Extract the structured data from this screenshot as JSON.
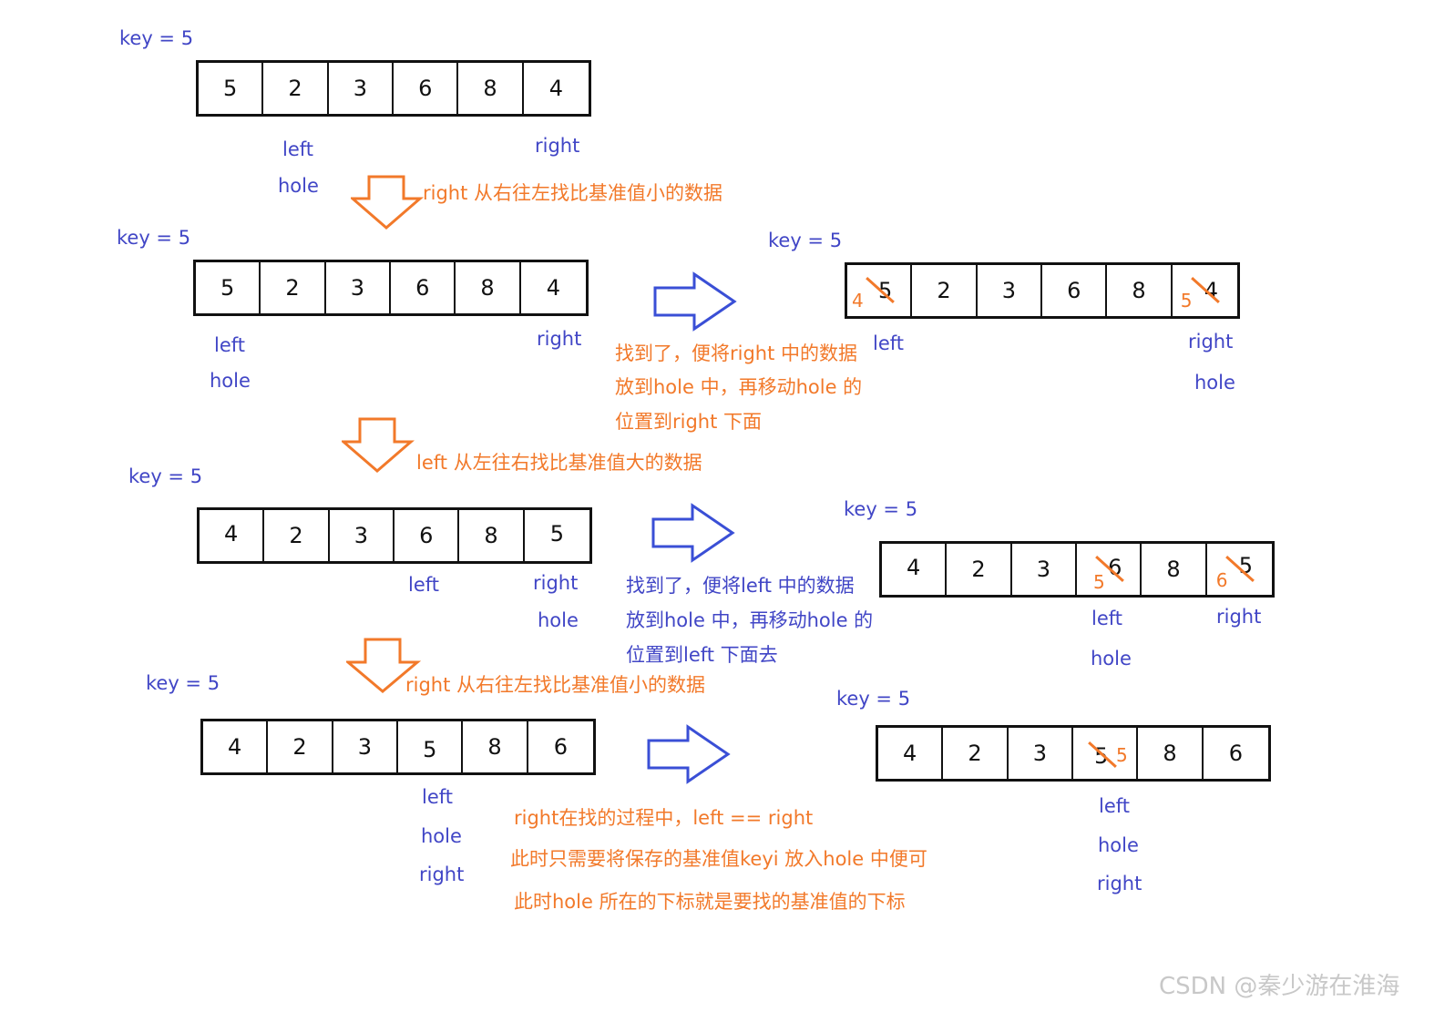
{
  "colors": {
    "blue": "#4146c6",
    "orange": "#f2792a",
    "outline": "#3a4fd6",
    "border": "#111111"
  },
  "steps": [
    {
      "key": "key = 5",
      "cells": [
        "5",
        "2",
        "3",
        "6",
        "8",
        "4"
      ],
      "labels": [
        "left",
        "hole",
        "right"
      ],
      "note": "right 从右往左找比基准值小的数据"
    },
    {
      "key": "key = 5",
      "cells": [
        "5",
        "2",
        "3",
        "6",
        "8",
        "4"
      ],
      "labels": [
        "left",
        "hole",
        "right"
      ],
      "result": {
        "key": "key = 5",
        "cells": [
          "5",
          "2",
          "3",
          "6",
          "8",
          "4"
        ],
        "old_new": [
          {
            "cell": 0,
            "old": "5",
            "new": "4"
          },
          {
            "cell": 5,
            "old": "4",
            "new": "5"
          }
        ],
        "labels": [
          "left",
          "right",
          "hole"
        ]
      },
      "explain": [
        "找到了，便将right 中的数据",
        "放到hole 中，再移动hole 的",
        "位置到right 下面"
      ],
      "note": "left 从左往右找比基准值大的数据"
    },
    {
      "key": "key = 5",
      "cells": [
        "4",
        "2",
        "3",
        "6",
        "8",
        "5"
      ],
      "labels": [
        "left",
        "right",
        "hole"
      ],
      "result": {
        "key": "key = 5",
        "cells": [
          "4",
          "2",
          "3",
          "6",
          "8",
          "5"
        ],
        "old_new": [
          {
            "cell": 3,
            "old": "6",
            "new": "5"
          },
          {
            "cell": 5,
            "old": "5",
            "new": "6"
          }
        ],
        "labels": [
          "left",
          "right",
          "hole"
        ]
      },
      "explain": [
        "找到了，便将left 中的数据",
        "放到hole 中，再移动hole 的",
        "位置到left 下面去"
      ],
      "note": "right 从右往左找比基准值小的数据"
    },
    {
      "key": "key = 5",
      "cells": [
        "4",
        "2",
        "3",
        "5",
        "8",
        "6"
      ],
      "labels": [
        "left",
        "hole",
        "right"
      ],
      "result": {
        "key": "key = 5",
        "cells": [
          "4",
          "2",
          "3",
          "5",
          "8",
          "6"
        ],
        "old_new": [
          {
            "cell": 3,
            "old": "5",
            "new": "5"
          }
        ],
        "labels": [
          "left",
          "hole",
          "right"
        ]
      },
      "explain": [
        "right在找的过程中，left == right",
        "此时只需要将保存的基准值keyi 放入hole 中便可",
        "此时hole 所在的下标就是要找的基准值的下标"
      ]
    }
  ],
  "watermark": "CSDN @秦少游在淮海"
}
